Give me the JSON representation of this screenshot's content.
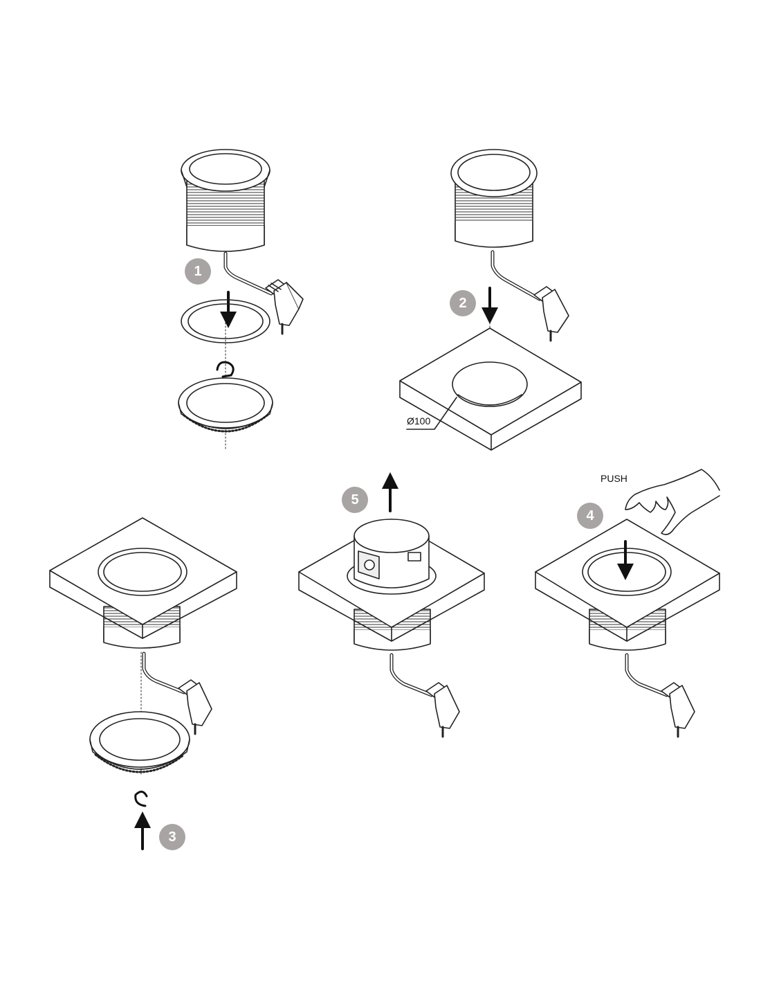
{
  "colors": {
    "line": "#222222",
    "badge": "#a8a4a4",
    "badge_text": "#ffffff",
    "fill": "#ffffff",
    "dim_fill": "#d8d8d8"
  },
  "steps": [
    {
      "number": "1",
      "icon": "exploded-view-ring-and-lock-nut"
    },
    {
      "number": "2",
      "icon": "insert-into-countertop-hole"
    },
    {
      "number": "3",
      "icon": "tighten-lock-nut-from-below"
    },
    {
      "number": "4",
      "icon": "push-top-hand"
    },
    {
      "number": "5",
      "icon": "socket-pops-up"
    }
  ],
  "labels": {
    "diameter": "Ø100",
    "push": "PUSH"
  }
}
